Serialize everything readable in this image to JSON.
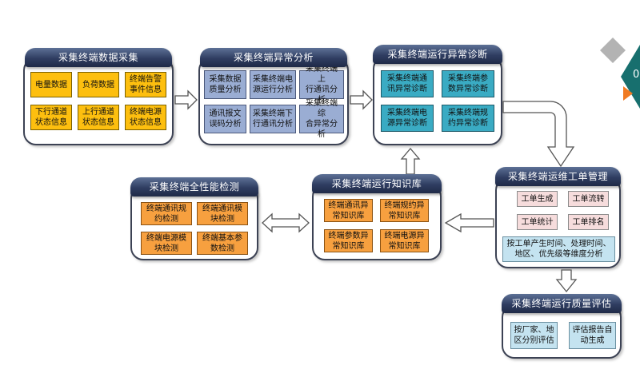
{
  "panels": {
    "collect": {
      "title": "采集终端数据采集",
      "items": [
        "电量数据",
        "负荷数据",
        "终端告警\n事件信息",
        "下行通道\n状态信息",
        "上行通道\n状态信息",
        "终端电源\n状态信息"
      ]
    },
    "analysis": {
      "title": "采集终端异常分析",
      "items": [
        "采集数据\n质量分析",
        "采集终端电\n源运行分析",
        "采集终端上\n行通讯分析",
        "通讯报文\n误码分析",
        "采集终端下\n行通讯分析",
        "采集终端综\n合异常分析"
      ]
    },
    "diagnosis": {
      "title": "采集终端运行异常诊断",
      "items": [
        "采集终端通\n讯异常诊断",
        "采集终端参\n数异常诊断",
        "采集终端电\n源异常诊断",
        "采集终端规\n约异常诊断"
      ]
    },
    "workorder": {
      "title": "采集终端运维工单管理",
      "items": [
        "工单生成",
        "工单流转",
        "工单统计",
        "工单排名"
      ],
      "note": "按工单产生时间、处理时间、\n地区、优先级等维度分析"
    },
    "knowledge": {
      "title": "采集终端运行知识库",
      "items": [
        "终端通讯异\n常知识库",
        "终端规约异\n常知识库",
        "终端参数异\n常知识库",
        "终端电源异\n常知识库"
      ]
    },
    "detection": {
      "title": "采集终端全性能检测",
      "items": [
        "终端通讯规\n约检测",
        "终端通讯模\n块检测",
        "终端电源模\n块检测",
        "终端基本参\n数检测"
      ]
    },
    "quality": {
      "title": "采集终端运行质量评估",
      "items": [
        "按厂家、地\n区分别评估",
        "评估报告自\n动生成"
      ]
    }
  },
  "corner_text": "0",
  "colors": {
    "title_bar": "#2f3d61",
    "collect_box": "#fdbf0f",
    "analysis_box": "#9aadd3",
    "diagnosis_box": "#3aabc3",
    "knowledge_box": "#f7a03f",
    "workorder_box": "#f6dcdc",
    "note_box": "#c4e3f0"
  }
}
